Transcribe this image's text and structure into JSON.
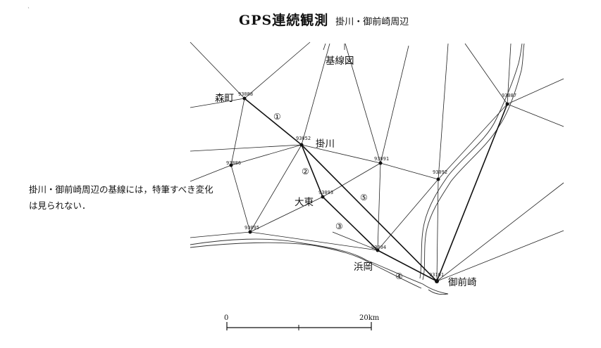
{
  "title": {
    "main": "GPS連続観測",
    "sub": "掛川・御前崎周辺"
  },
  "map_title": "基線図",
  "note": "掛川・御前崎周辺の基線には，特筆すべき変化は見られない．",
  "places": {
    "morimachi": "森町",
    "kakegawa": "掛川",
    "daito": "大東",
    "hamaoka": "浜岡",
    "omaezaki": "御前崎"
  },
  "stations": {
    "s93088": "93088",
    "s93052": "93052",
    "s93086": "93086",
    "s93091": "93091",
    "s93092": "93092",
    "s93093": "93093",
    "s93095": "93095",
    "s93094": "93094",
    "s93087": "93087",
    "s93101": "93101"
  },
  "baseline_numbers": [
    "①",
    "②",
    "③",
    "④",
    "⑤"
  ],
  "scale": {
    "start": "0",
    "end": "20km"
  }
}
